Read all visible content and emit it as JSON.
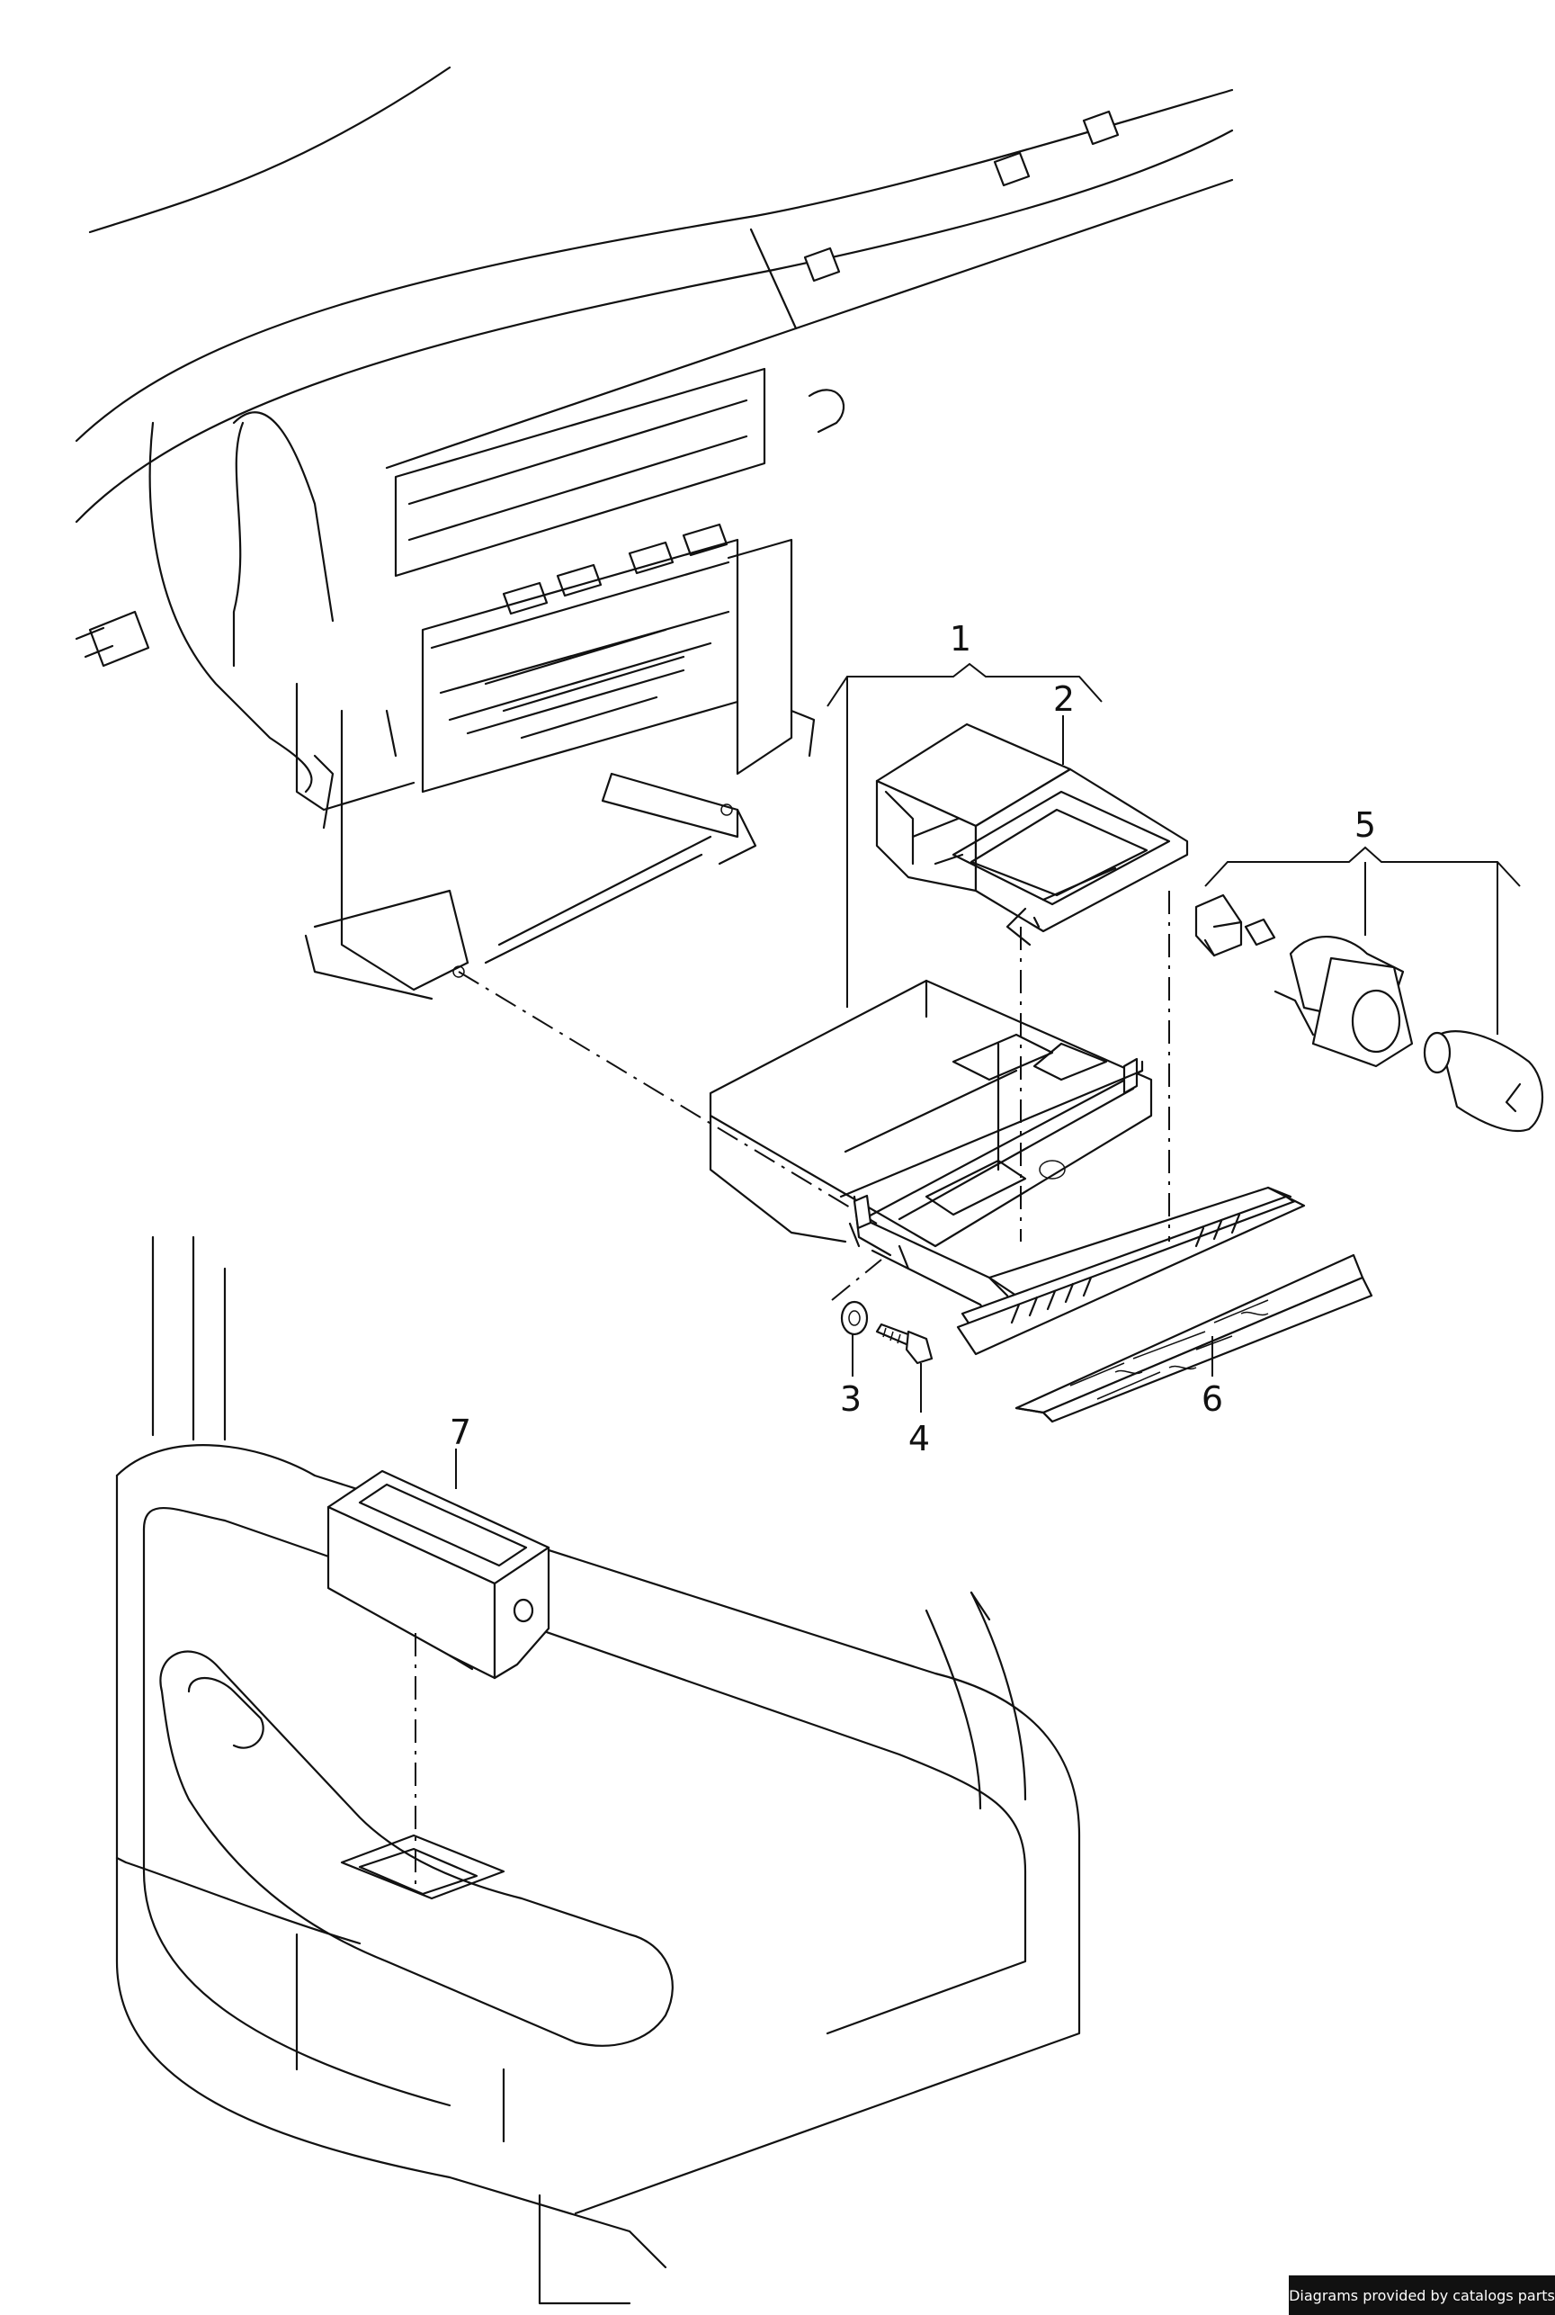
{
  "callouts": [
    {
      "id": "1",
      "label": "1"
    },
    {
      "id": "2",
      "label": "2"
    },
    {
      "id": "3",
      "label": "3"
    },
    {
      "id": "4",
      "label": "4"
    },
    {
      "id": "5",
      "label": "5"
    },
    {
      "id": "6",
      "label": "6"
    },
    {
      "id": "7",
      "label": "7"
    }
  ],
  "credit": "Diagrams provided by catalogs parts",
  "colors": {
    "line": "#111111",
    "background": "#ffffff",
    "credit_bg": "#111111",
    "credit_text": "#ffffff"
  }
}
